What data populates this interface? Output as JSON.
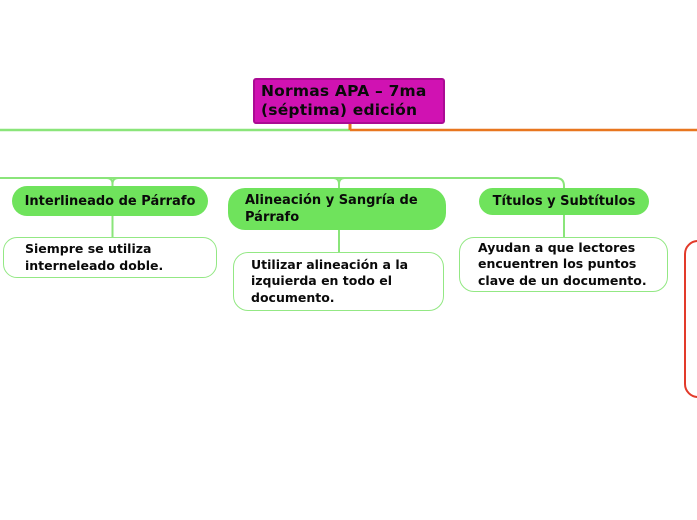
{
  "central_topic": {
    "label": "Normas APA – 7ma (séptima) edición"
  },
  "branches": [
    {
      "topic": "Interlineado de Párrafo",
      "note": "Siempre se utiliza interneleado doble."
    },
    {
      "topic": "Alineación y Sangría de Párrafo",
      "note": "Utilizar alineación a la izquierda en todo el documento."
    },
    {
      "topic": "Títulos y Subtítulos",
      "note": "Ayudan a que lectores encuentren los puntos clave de un documento."
    }
  ],
  "colors": {
    "central_topic_fill": "#d012b2",
    "central_topic_border": "#ab0b94",
    "branch_pill_fill": "#6fe35c",
    "connector_green": "#8ae57a",
    "note_border_green": "#93e884",
    "branch_orange": "#e8761f",
    "partial_topic_red": "#e23a2a",
    "text": "#0a0a0a"
  }
}
